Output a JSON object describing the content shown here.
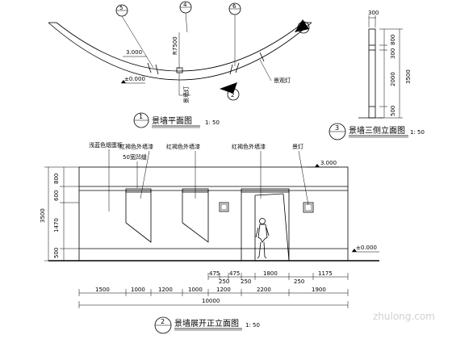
{
  "plan": {
    "callouts": [
      "5",
      "4",
      "6"
    ],
    "elev_3000": "3.000",
    "elev_0000": "±0.000",
    "radius": "R7500",
    "lamp": "景墙灯",
    "landscape_lamp": "景观灯",
    "section_mark": "2",
    "side_mark": "3",
    "title_num": "1",
    "title": "景墙平面图",
    "scale": "1: 50"
  },
  "side": {
    "dims": [
      "300",
      "800",
      "300",
      "2000",
      "500"
    ],
    "total": "3500",
    "title_num": "3",
    "title": "景墙三侧立面图",
    "scale": "1: 50"
  },
  "front": {
    "labels": {
      "stone": "浅蓝色烟蛋板",
      "paint1": "红褐色外墙漆",
      "gap": "50宽凹缝",
      "paint2": "红褐色外墙漆",
      "paint3": "红褐色外墙漆",
      "lamp": "景灯"
    },
    "elev_3000": "3.000",
    "elev_0000": "±0.000",
    "left_dims": [
      "800",
      "600",
      "1470",
      "500"
    ],
    "left_total": "3500",
    "dims_row1": [
      "475",
      "250",
      "475",
      "250",
      "1800",
      "250",
      "1175"
    ],
    "dims_row2": [
      "1500",
      "1000",
      "1200",
      "1000",
      "1200",
      "2200",
      "1900"
    ],
    "total": "10000",
    "title_num": "2",
    "title": "景墙展开正立面图",
    "scale": "1: 50"
  },
  "watermark": "zhulong.com"
}
